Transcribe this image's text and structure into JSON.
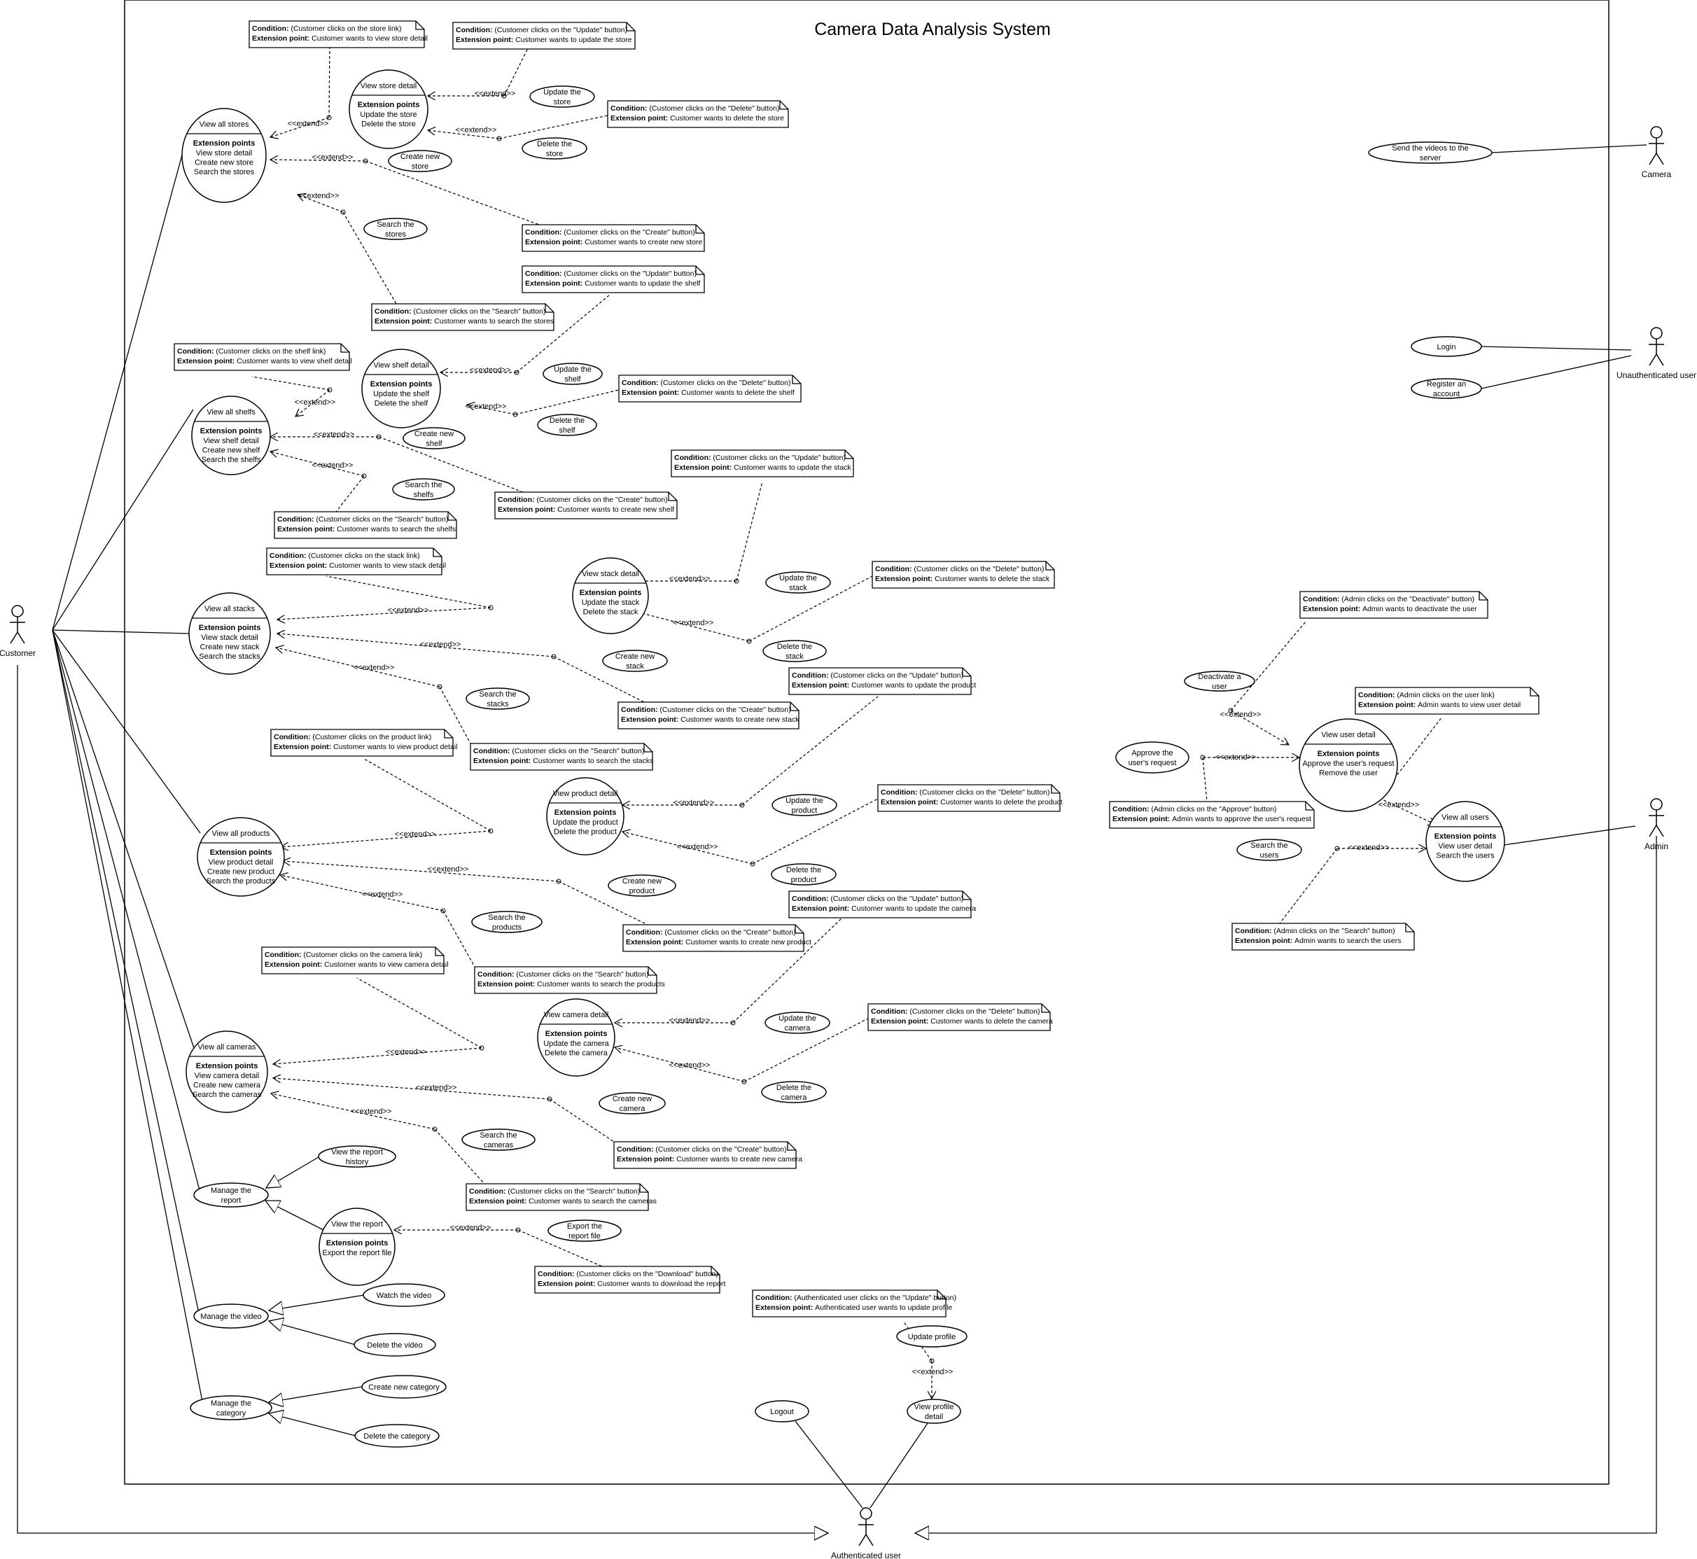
{
  "title": "Camera Data Analysis System",
  "extend_label": "<<extend>>",
  "actors": {
    "customer": "Customer",
    "camera": "Camera",
    "unauth": "Unauthenticated user",
    "admin": "Admin",
    "auth": "Authenticated user"
  },
  "use_cases": [
    {
      "name": "View all stores",
      "ep_header": "Extension points",
      "ep": [
        "View store detail",
        "Create new store",
        "Search the stores"
      ]
    },
    {
      "name": "View store detail",
      "ep_header": "Extension points",
      "ep": [
        "Update the store",
        "Delete the store"
      ]
    },
    {
      "name": "Update the store"
    },
    {
      "name": "Delete the store"
    },
    {
      "name": "Create new store"
    },
    {
      "name": "Search the stores"
    },
    {
      "name": "View all shelfs",
      "ep_header": "Extension points",
      "ep": [
        "View shelf detail",
        "Create new shelf",
        "Search the shelfs"
      ]
    },
    {
      "name": "View shelf detail",
      "ep_header": "Extension points",
      "ep": [
        "Update the shelf",
        "Delete the shelf"
      ]
    },
    {
      "name": "Update the shelf"
    },
    {
      "name": "Delete the shelf"
    },
    {
      "name": "Create new shelf"
    },
    {
      "name": "Search the shelfs"
    },
    {
      "name": "View all stacks",
      "ep_header": "Extension points",
      "ep": [
        "View stack detail",
        "Create new stack",
        "Search the stacks"
      ]
    },
    {
      "name": "View stack detail",
      "ep_header": "Extension points",
      "ep": [
        "Update the stack",
        "Delete the stack"
      ]
    },
    {
      "name": "Update the stack"
    },
    {
      "name": "Delete the stack"
    },
    {
      "name": "Create new stack"
    },
    {
      "name": "Search the stacks"
    },
    {
      "name": "View all products",
      "ep_header": "Extension points",
      "ep": [
        "View product detail",
        "Create new product",
        "Search the products"
      ]
    },
    {
      "name": "View product detail",
      "ep_header": "Extension points",
      "ep": [
        "Update the product",
        "Delete the product"
      ]
    },
    {
      "name": "Update the product"
    },
    {
      "name": "Delete the product"
    },
    {
      "name": "Create new product"
    },
    {
      "name": "Search the products"
    },
    {
      "name": "View all cameras",
      "ep_header": "Extension points",
      "ep": [
        "View camera detail",
        "Create new camera",
        "Search the cameras"
      ]
    },
    {
      "name": "View camera detail",
      "ep_header": "Extension points",
      "ep": [
        "Update the camera",
        "Delete the camera"
      ]
    },
    {
      "name": "Update the camera"
    },
    {
      "name": "Delete the camera"
    },
    {
      "name": "Create new camera"
    },
    {
      "name": "Search the cameras"
    },
    {
      "name": "Manage the report"
    },
    {
      "name": "View the report history"
    },
    {
      "name": "View the report",
      "ep_header": "Extension points",
      "ep": [
        "Export the report file"
      ]
    },
    {
      "name": "Export the report file"
    },
    {
      "name": "Manage the video"
    },
    {
      "name": "Watch the video"
    },
    {
      "name": "Delete the video"
    },
    {
      "name": "Manage the category"
    },
    {
      "name": "Create new category"
    },
    {
      "name": "Delete the category"
    },
    {
      "name": "Update profile"
    },
    {
      "name": "Logout"
    },
    {
      "name": "View profile detail"
    },
    {
      "name": "Send the videos to the server"
    },
    {
      "name": "Login"
    },
    {
      "name": "Register an account"
    },
    {
      "name": "Deactivate a user"
    },
    {
      "name": "Approve the user's request"
    },
    {
      "name": "View user detail",
      "ep_header": "Extension points",
      "ep": [
        "Approve the user's request",
        "Remove the user"
      ]
    },
    {
      "name": "View all users",
      "ep_header": "Extension points",
      "ep": [
        "View user detail",
        "Search the users"
      ]
    },
    {
      "name": "Search the users"
    }
  ],
  "notes": [
    {
      "condition": "(Customer clicks on the store link)",
      "extension": "Customer wants to view store detail"
    },
    {
      "condition": "(Customer clicks on the \"Update\" button)",
      "extension": "Customer wants to update the store"
    },
    {
      "condition": "(Customer clicks on the \"Delete\" button)",
      "extension": "Customer wants to delete the store"
    },
    {
      "condition": "(Customer clicks on the \"Create\" button)",
      "extension": "Customer wants to create new store"
    },
    {
      "condition": "(Customer clicks on the \"Search\" button)",
      "extension": "Customer wants to search the stores"
    },
    {
      "condition": "(Customer clicks on the \"Update\" button)",
      "extension": "Customer wants to update the shelf"
    },
    {
      "condition": "(Customer clicks on the shelf link)",
      "extension": "Customer wants to view shelf detail"
    },
    {
      "condition": "(Customer clicks on the \"Delete\" button)",
      "extension": "Customer wants to delete the shelf"
    },
    {
      "condition": "(Customer clicks on the \"Create\" button)",
      "extension": "Customer wants to create new shelf"
    },
    {
      "condition": "(Customer clicks on the \"Search\" button)",
      "extension": "Customer wants to search the shelfs"
    },
    {
      "condition": "(Customer clicks on the \"Update\" button)",
      "extension": "Customer wants to update the stack"
    },
    {
      "condition": "(Customer clicks on the stack link)",
      "extension": "Customer wants to view stack detail"
    },
    {
      "condition": "(Customer clicks on the \"Delete\" button)",
      "extension": "Customer wants to delete the stack"
    },
    {
      "condition": "(Customer clicks on the \"Update\" button)",
      "extension": "Customer wants to update the product"
    },
    {
      "condition": "(Customer clicks on the \"Create\" button)",
      "extension": "Customer wants to create new stack"
    },
    {
      "condition": "(Customer clicks on the product link)",
      "extension": "Customer wants to view product detail"
    },
    {
      "condition": "(Customer clicks on the \"Search\" button)",
      "extension": "Customer wants to search the stacks"
    },
    {
      "condition": "(Customer clicks on the \"Delete\" button)",
      "extension": "Customer wants to delete the product"
    },
    {
      "condition": "(Customer clicks on the \"Update\" button)",
      "extension": "Customer wants to update the camera"
    },
    {
      "condition": "(Customer clicks on the \"Create\" button)",
      "extension": "Customer wants to create new product"
    },
    {
      "condition": "(Customer clicks on the camera link)",
      "extension": "Customer wants to view camera detail"
    },
    {
      "condition": "(Customer clicks on the \"Search\" button)",
      "extension": "Customer wants to search the products"
    },
    {
      "condition": "(Customer clicks on the \"Delete\" button)",
      "extension": "Customer wants to delete the camera"
    },
    {
      "condition": "(Customer clicks on the \"Create\" button)",
      "extension": "Customer wants to create new camera"
    },
    {
      "condition": "(Customer clicks on the \"Search\" button)",
      "extension": "Customer wants to search the cameras"
    },
    {
      "condition": "(Customer clicks on the \"Download\" button)",
      "extension": "Customer wants to download the report"
    },
    {
      "condition": "(Authenticated user clicks on the \"Update\" button)",
      "extension": "Authenticated user wants to update profile"
    },
    {
      "condition": "(Admin clicks on the \"Deactivate\" button)",
      "extension": "Admin wants to deactivate the user"
    },
    {
      "condition": "(Admin clicks on the user link)",
      "extension": "Admin wants to view user detail"
    },
    {
      "condition": "(Admin clicks on the \"Approve\" button)",
      "extension": "Admin wants to approve the user's request"
    },
    {
      "condition": "(Admin clicks on the \"Search\" button)",
      "extension": "Admin wants to search the users"
    }
  ],
  "note_labels": {
    "condition": "Condition:",
    "extension": "Extension point:"
  }
}
